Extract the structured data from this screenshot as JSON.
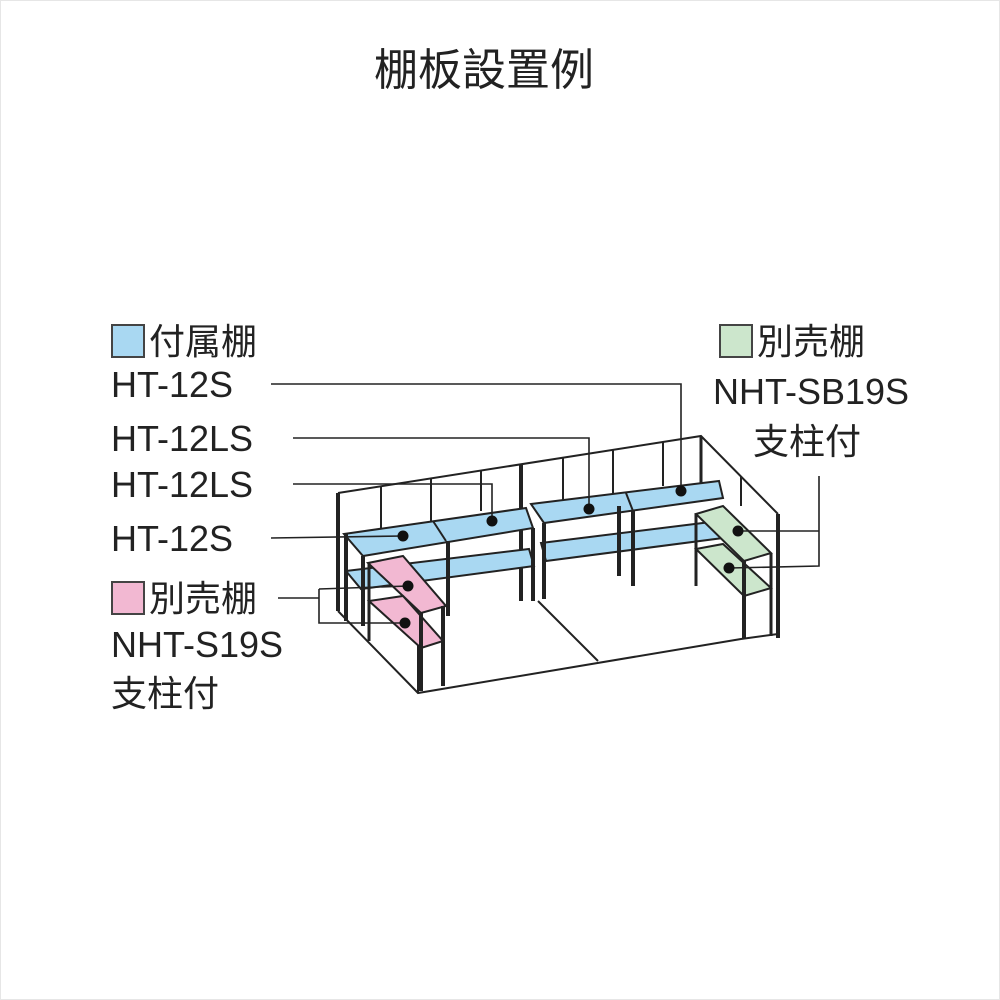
{
  "title": "棚板設置例",
  "legend_included": {
    "heading": "付属棚",
    "color": "#a9d8f2",
    "items": [
      "HT-12S",
      "HT-12LS",
      "HT-12LS",
      "HT-12S"
    ]
  },
  "legend_pink": {
    "heading": "別売棚",
    "color": "#f2b8d2",
    "model": "NHT-S19S",
    "note": "支柱付"
  },
  "legend_green": {
    "heading": "別売棚",
    "color": "#cce6cc",
    "model": "NHT-SB19S",
    "note": "支柱付"
  }
}
